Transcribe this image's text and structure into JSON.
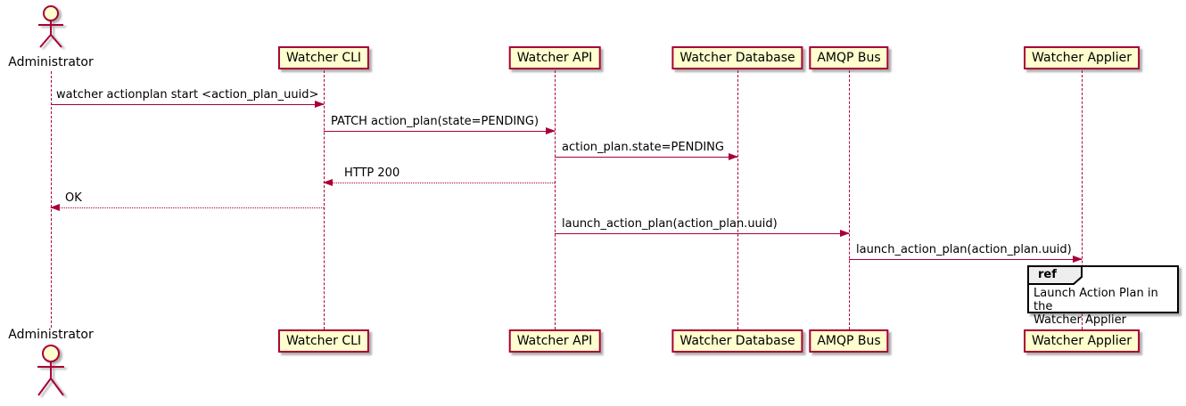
{
  "diagram": {
    "type": "sequence-diagram",
    "colors": {
      "accent_border": "#A80036",
      "participant_fill": "#FEFECE",
      "ref_tag_fill": "#EEEEEE",
      "text": "#000000",
      "background": "#FFFFFF"
    },
    "actor": {
      "name": "Administrator"
    },
    "participants": [
      {
        "name": "Watcher CLI"
      },
      {
        "name": "Watcher API"
      },
      {
        "name": "Watcher Database"
      },
      {
        "name": "AMQP Bus"
      },
      {
        "name": "Watcher Applier"
      }
    ],
    "messages": [
      {
        "from": "Administrator",
        "to": "Watcher CLI",
        "label": "watcher actionplan start <action_plan_uuid>",
        "style": "solid"
      },
      {
        "from": "Watcher CLI",
        "to": "Watcher API",
        "label": "PATCH action_plan(state=PENDING)",
        "style": "solid"
      },
      {
        "from": "Watcher API",
        "to": "Watcher Database",
        "label": "action_plan.state=PENDING",
        "style": "solid"
      },
      {
        "from": "Watcher API",
        "to": "Watcher CLI",
        "label": "HTTP 200",
        "style": "dashed-return"
      },
      {
        "from": "Watcher CLI",
        "to": "Administrator",
        "label": "OK",
        "style": "dashed-return"
      },
      {
        "from": "Watcher API",
        "to": "AMQP Bus",
        "label": "launch_action_plan(action_plan.uuid)",
        "style": "solid"
      },
      {
        "from": "AMQP Bus",
        "to": "Watcher Applier",
        "label": "launch_action_plan(action_plan.uuid)",
        "style": "solid"
      }
    ],
    "ref": {
      "keyword": "ref",
      "over": "Watcher Applier",
      "lines": {
        "0": "Launch Action Plan in the",
        "1": "Watcher Applier"
      }
    }
  }
}
